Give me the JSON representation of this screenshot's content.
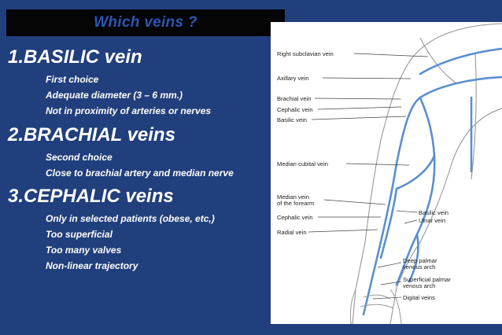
{
  "title": "Which veins ?",
  "sections": [
    {
      "heading": "1.BASILIC vein",
      "bullets": [
        "First choice",
        "Adequate diameter  (3 – 6 mm.)",
        "Not in proximity of arteries or nerves"
      ]
    },
    {
      "heading": "2.BRACHIAL veins",
      "bullets": [
        "Second choice",
        "Close to brachial artery and median nerve"
      ]
    },
    {
      "heading": "3.CEPHALIC veins",
      "bullets": [
        "Only in selected patients (obese, etc,)",
        "Too superficial",
        "Too many valves",
        "Non-linear  trajectory"
      ]
    }
  ],
  "figure": {
    "labels_left": {
      "right_subclavian": "Right subclavian vein",
      "axillary": "Axillary vein",
      "brachial": "Brachial vein",
      "cephalic": "Cephalic vein",
      "basilic": "Basilic vein",
      "median_cubital": "Median cubital vein",
      "median_forearm_1": "Median vein",
      "median_forearm_2": "of the forearm",
      "cephalic_lower": "Cephalic vein",
      "radial": "Radial vein"
    },
    "labels_right": {
      "basilic": "Basilic vein",
      "ulnar": "Ulnar vein",
      "deep_palmar_1": "Deep palmar",
      "deep_palmar_2": "venous arch",
      "superficial_palmar_1": "Superficial palmar",
      "superficial_palmar_2": "venous arch",
      "digital": "Digital veins"
    }
  },
  "colors": {
    "background": "#213f7c",
    "title_bar": "#050505",
    "title_text": "#2a56b7",
    "vein": "#5b8fd0"
  }
}
